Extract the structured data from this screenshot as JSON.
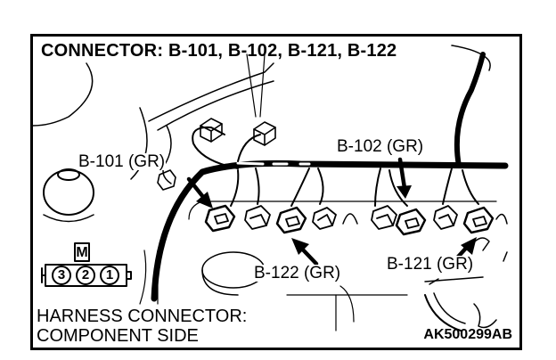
{
  "title": "CONNECTOR: B-101, B-102, B-121, B-122",
  "connector_labels": {
    "b101": "B-101 (GR)",
    "b102": "B-102 (GR)",
    "b121": "B-121 (GR)",
    "b122": "B-122 (GR)"
  },
  "pin_diagram": {
    "key": "M",
    "pins": [
      "3",
      "2",
      "1"
    ]
  },
  "footer": {
    "line1": "HARNESS CONNECTOR:",
    "line2": "COMPONENT SIDE",
    "code": "AK500299AB"
  }
}
